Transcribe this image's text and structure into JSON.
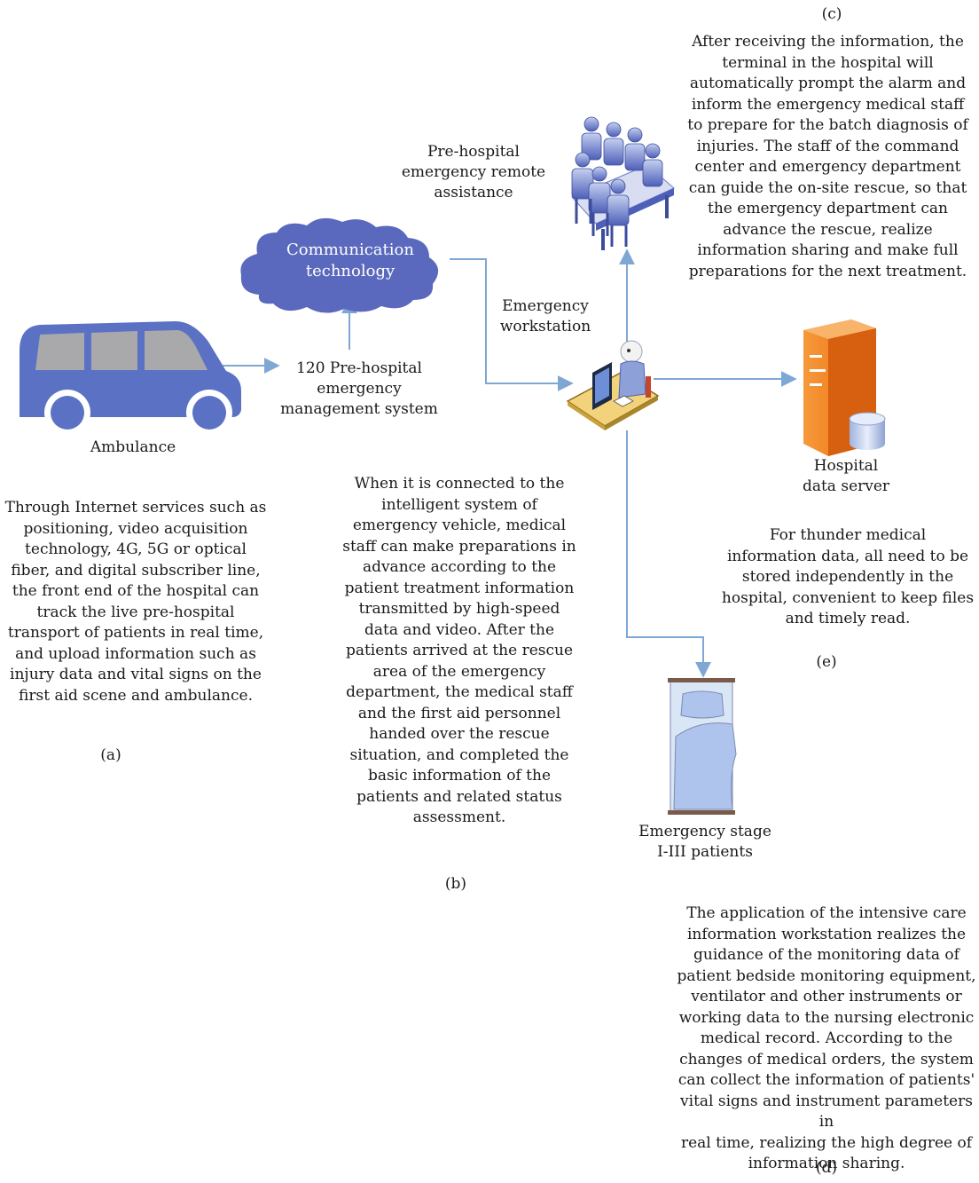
{
  "labels": {
    "ambulance": "Ambulance",
    "cloud": "Communication\ntechnology",
    "management_system": "120 Pre-hospital\nemergency\nmanagement system",
    "remote_assistance": "Pre-hospital\nemergency remote\nassistance",
    "workstation": "Emergency\nworkstation",
    "data_server": "Hospital\ndata server",
    "patients": "Emergency stage\nI-III patients"
  },
  "panels": {
    "a": {
      "text": "Through Internet services such as\npositioning, video acquisition\ntechnology, 4G, 5G or optical\nfiber, and digital subscriber line,\nthe front end of the hospital can\ntrack the live pre-hospital\ntransport of patients in real time,\nand upload information such as\ninjury data and vital signs on the\nfirst aid scene and ambulance.",
      "tag": "(a)"
    },
    "b": {
      "text": "When it is connected to the\nintelligent system of\nemergency vehicle, medical\nstaff can make preparations in\nadvance according to the\npatient treatment information\ntransmitted by high-speed\ndata and video. After the\npatients arrived at the rescue\narea of the emergency\ndepartment, the medical staff\nand the first aid personnel\nhanded over the rescue\nsituation, and completed the\nbasic information of the\npatients and related status\nassessment.",
      "tag": "(b)"
    },
    "c": {
      "text": "After receiving the information, the\nterminal in the hospital will\nautomatically prompt the alarm and\ninform the emergency medical staff\nto prepare for the batch diagnosis of\ninjuries. The staff of the command\ncenter and emergency department\ncan guide the on-site rescue, so that\nthe emergency department can\nadvance the rescue, realize\ninformation sharing and make full\npreparations for the next treatment.",
      "tag": "(c)"
    },
    "d": {
      "text": "The application of the intensive care\ninformation workstation realizes the\nguidance of the monitoring data of\npatient bedside monitoring equipment,\nventilator and other instruments or\nworking data to the nursing electronic\nmedical record. According to the\nchanges of medical orders, the system\ncan collect the information of patients'\nvital signs and instrument parameters in\nreal time, realizing the high degree of\ninformation sharing.",
      "tag": "(d)"
    },
    "e": {
      "text": "For thunder medical\ninformation data, all need to be\nstored independently in the\nhospital, convenient to keep files\nand timely read.",
      "tag": "(e)"
    }
  },
  "colors": {
    "arrow": "#7fa7d6",
    "vehicle": "#5b72c4",
    "cloud": "#5a69bd",
    "server": "#f07d1f",
    "people": "#5f73c8"
  },
  "icons": {
    "ambulance": "ambulance-van-icon",
    "cloud": "cloud-icon",
    "meeting": "meeting-group-icon",
    "workstation": "operator-workstation-icon",
    "server": "server-database-icon",
    "bed": "hospital-bed-icon"
  }
}
